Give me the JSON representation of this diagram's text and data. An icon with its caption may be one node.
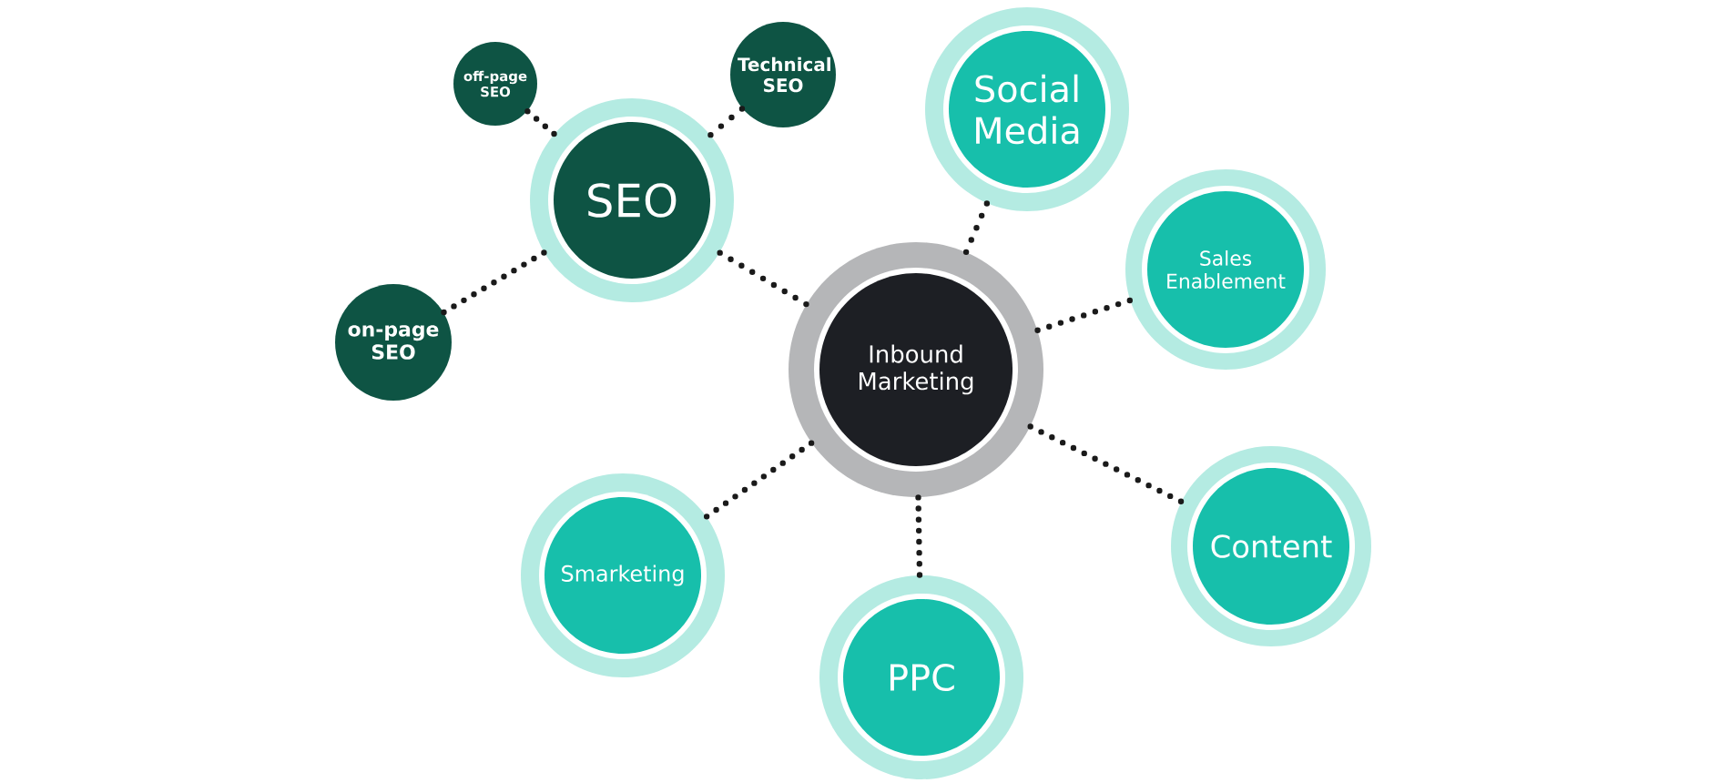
{
  "diagram": {
    "nodes": [
      {
        "text": [
          "Inbound Marketing"
        ]
      },
      {
        "text": [
          "SEO"
        ]
      },
      {
        "text": [
          "off-page SEO"
        ]
      },
      {
        "text": [
          "Technical SEO"
        ]
      },
      {
        "text": [
          "on-page SEO"
        ]
      },
      {
        "text": [
          "Social Media"
        ]
      },
      {
        "text": [
          "Sales Enablement"
        ]
      },
      {
        "text": [
          "Content"
        ]
      },
      {
        "text": [
          "PPC"
        ]
      },
      {
        "text": [
          "Smarketing"
        ]
      }
    ],
    "edges": [
      {
        "from": 1,
        "to": 2,
        "arrow": "none"
      },
      {
        "from": 1,
        "to": 3,
        "arrow": "none"
      },
      {
        "from": 1,
        "to": 4,
        "arrow": "none"
      },
      {
        "from": 0,
        "to": 1,
        "arrow": "none"
      },
      {
        "from": 0,
        "to": 5,
        "arrow": "none"
      },
      {
        "from": 0,
        "to": 6,
        "arrow": "none"
      },
      {
        "from": 0,
        "to": 7,
        "arrow": "none"
      },
      {
        "from": 0,
        "to": 8,
        "arrow": "none"
      },
      {
        "from": 0,
        "to": 9,
        "arrow": "none"
      }
    ]
  }
}
